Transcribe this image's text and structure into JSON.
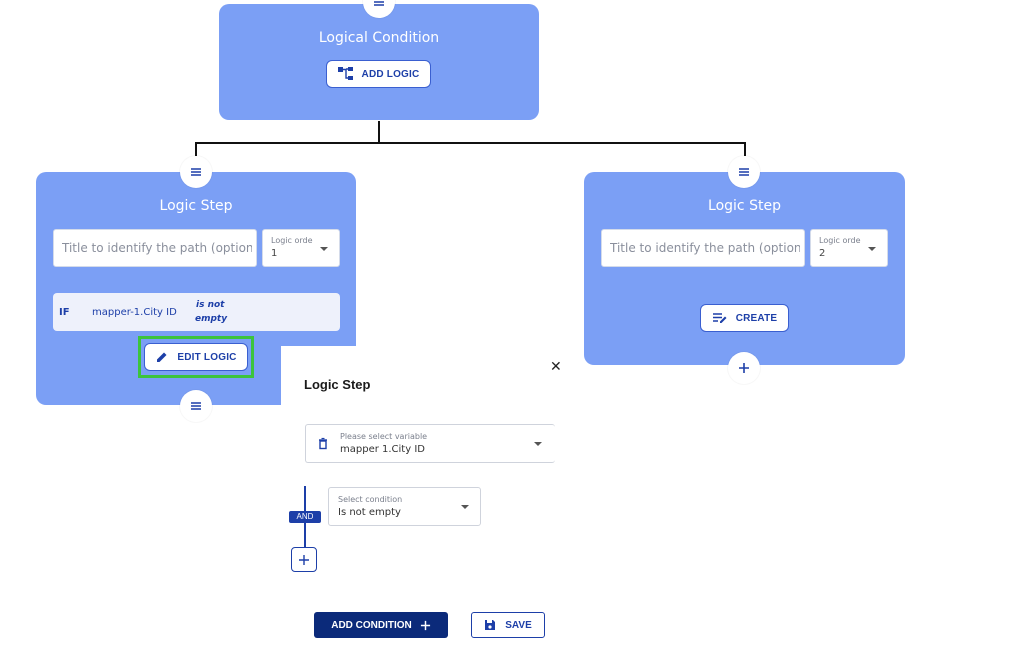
{
  "top_card": {
    "title": "Logical Condition",
    "add_logic_label": "ADD LOGIC"
  },
  "left_card": {
    "title": "Logic Step",
    "title_placeholder": "Title to identify the path (optiona",
    "order_label": "Logic orde",
    "order_value": "1",
    "condition": {
      "if_label": "IF",
      "variable": "mapper-1.City ID",
      "operator_line1": "is not",
      "operator_line2": "empty"
    },
    "edit_logic_label": "EDIT LOGIC"
  },
  "right_card": {
    "title": "Logic Step",
    "title_placeholder": "Title to identify the path (optiona",
    "order_label": "Logic orde",
    "order_value": "2",
    "create_label": "CREATE"
  },
  "dialog": {
    "title": "Logic Step",
    "close_symbol": "✕",
    "variable_select": {
      "label": "Please select variable",
      "value": "mapper 1.City ID"
    },
    "connector_label": "AND",
    "condition_select": {
      "label": "Select condition",
      "value": "Is not empty"
    },
    "add_condition_label": "ADD CONDITION",
    "save_label": "SAVE"
  },
  "colors": {
    "card_bg": "#7b9ff5",
    "primary_dark": "#0b2a7a",
    "highlight_border": "#3cc43c",
    "accent_blue": "#1d3fa8"
  },
  "icons": {
    "handle": "menu-lines-icon",
    "add_logic": "tree-structure-icon",
    "edit": "pencil-icon",
    "create": "edit-list-icon",
    "plus": "plus-icon",
    "variable": "trash-icon",
    "save": "floppy-disk-icon",
    "close": "close-icon"
  }
}
